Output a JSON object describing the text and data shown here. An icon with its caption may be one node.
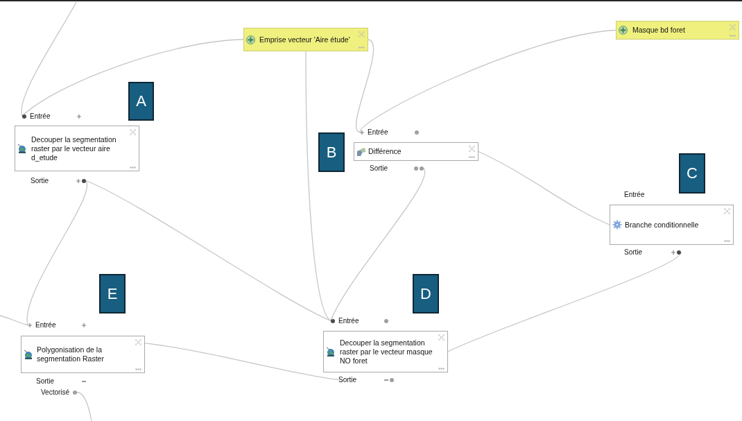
{
  "diagram": {
    "nodes": [
      {
        "text": [
          "Emprise vecteur 'Aire étude'"
        ]
      },
      {
        "text": [
          "Masque bd foret"
        ]
      },
      {
        "text": [
          "Entrée"
        ]
      },
      {
        "text": [
          "Decouper la segmentation raster par le vecteur aire d_etude"
        ]
      },
      {
        "text": [
          "Sortie"
        ]
      },
      {
        "text": [
          "Entrée"
        ]
      },
      {
        "text": [
          "Différence"
        ]
      },
      {
        "text": [
          "Sortie"
        ]
      },
      {
        "text": [
          "Branche conditionnelle"
        ],
        "beside": [
          "Entrée"
        ]
      },
      {
        "text": [
          "Sortie"
        ]
      },
      {
        "text": [
          "Entrée"
        ]
      },
      {
        "text": [
          "Decouper la segmentation raster par le vecteur masque NO foret"
        ]
      },
      {
        "text": [
          "Sortie"
        ]
      },
      {
        "text": [
          "Entrée"
        ]
      },
      {
        "text": [
          "Polygonisation de la segmentation Raster"
        ],
        "beside": [
          "Sortie"
        ]
      },
      {
        "text": [
          "Vectorisé"
        ]
      }
    ],
    "edges": [
      {
        "from": null,
        "to": 2,
        "arrow": "none"
      },
      {
        "from": 0,
        "to": 2,
        "arrow": "none"
      },
      {
        "from": 0,
        "to": 5,
        "arrow": "none"
      },
      {
        "from": 1,
        "to": 5,
        "arrow": "none"
      },
      {
        "from": 0,
        "to": 10,
        "arrow": "none"
      },
      {
        "from": 4,
        "to": 13,
        "arrow": "none"
      },
      {
        "from": 4,
        "to": 10,
        "arrow": "none"
      },
      {
        "from": 7,
        "to": 10,
        "arrow": "none"
      },
      {
        "from": 6,
        "to": 8,
        "arrow": "none"
      },
      {
        "from": 9,
        "to": 11,
        "arrow": "none"
      },
      {
        "from": 14,
        "to": 12,
        "arrow": "none"
      },
      {
        "from": null,
        "to": 13,
        "arrow": "none"
      },
      {
        "from": 15,
        "to": null,
        "arrow": "none"
      }
    ],
    "labels": [
      "A",
      "B",
      "C",
      "E",
      "D"
    ]
  }
}
